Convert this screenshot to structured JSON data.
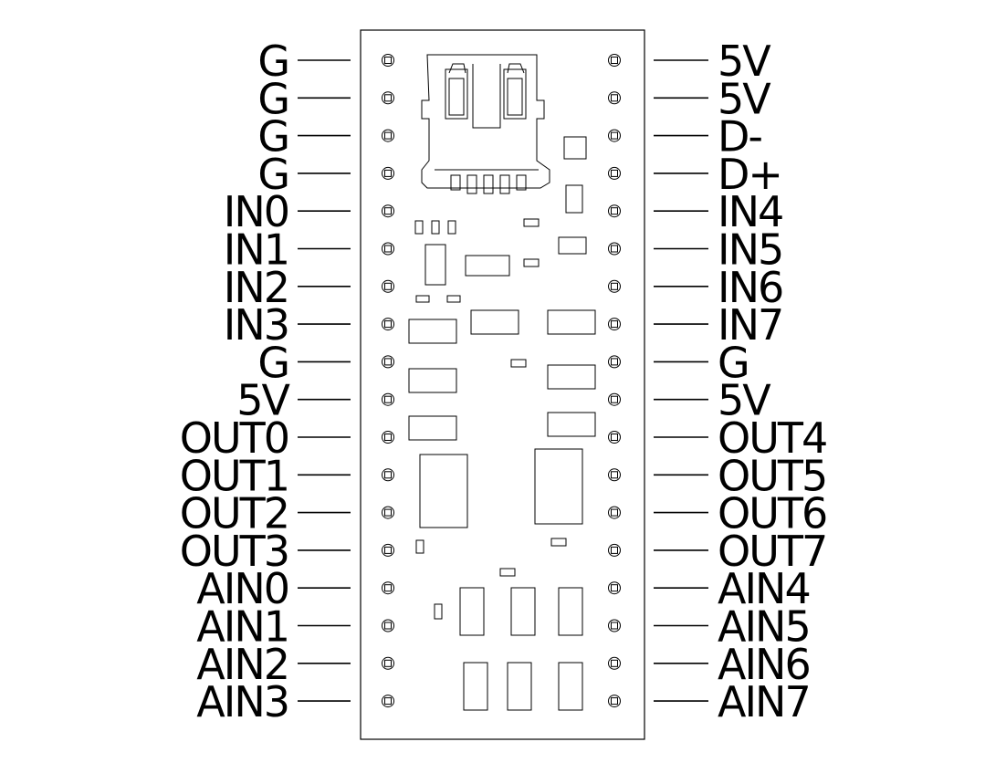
{
  "pins": {
    "left": [
      "G",
      "G",
      "G",
      "G",
      "IN0",
      "IN1",
      "IN2",
      "IN3",
      "G",
      "5V",
      "OUT0",
      "OUT1",
      "OUT2",
      "OUT3",
      "AIN0",
      "AIN1",
      "AIN2",
      "AIN3"
    ],
    "right": [
      "5V",
      "5V",
      "D-",
      "D+",
      "IN4",
      "IN5",
      "IN6",
      "IN7",
      "G",
      "5V",
      "OUT4",
      "OUT5",
      "OUT6",
      "OUT7",
      "AIN4",
      "AIN5",
      "AIN6",
      "AIN7"
    ]
  }
}
